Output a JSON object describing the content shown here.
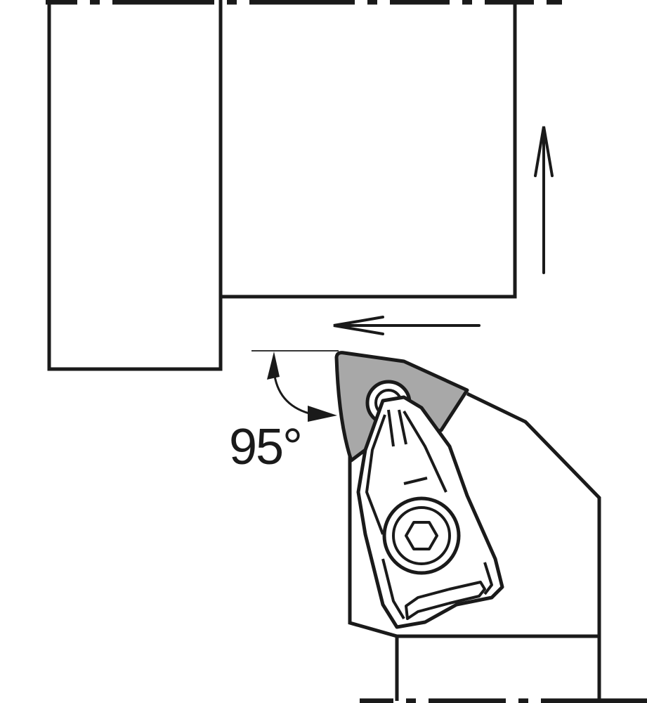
{
  "diagram": {
    "angle_label": "95°",
    "colors": {
      "stroke": "#1a1a1a",
      "insert_fill": "#a8a8a8",
      "background": "#ffffff"
    },
    "feed_directions": [
      "up",
      "left"
    ]
  }
}
